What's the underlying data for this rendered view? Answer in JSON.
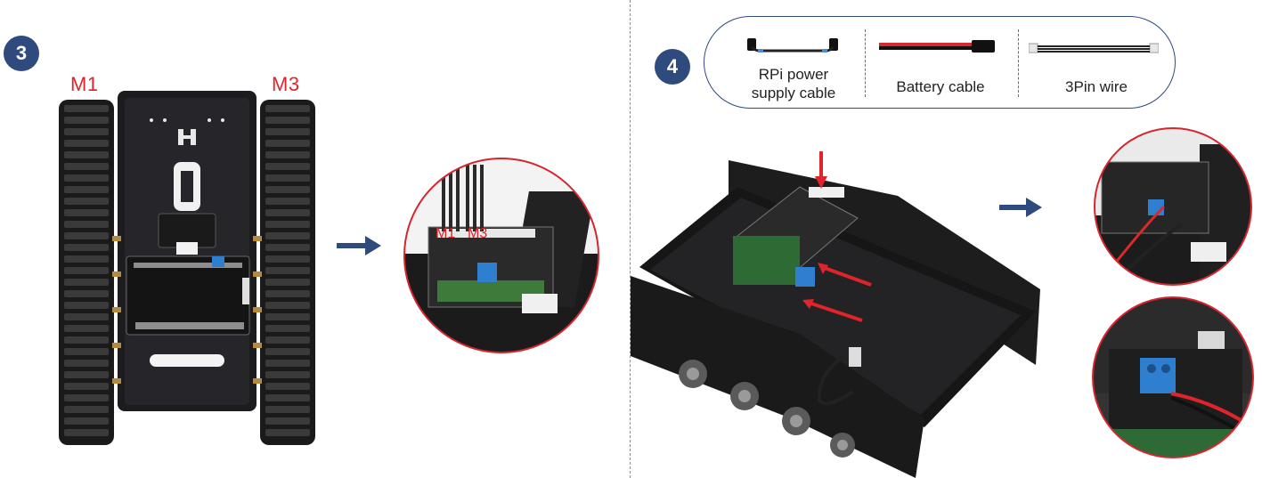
{
  "left_step": {
    "number": "3",
    "labels": {
      "left_motor": "M1",
      "right_motor": "M3"
    },
    "zoom_labels": {
      "left": "M1",
      "right": "M3"
    }
  },
  "right_step": {
    "number": "4",
    "parts": [
      {
        "name": "RPi power\nsupply cable"
      },
      {
        "name": "Battery cable"
      },
      {
        "name": "3Pin wire"
      }
    ]
  },
  "colors": {
    "badge": "#2f4a7d",
    "arrow": "#2f4a7d",
    "label_red": "#e0242b",
    "circle_border": "#d4262e"
  }
}
